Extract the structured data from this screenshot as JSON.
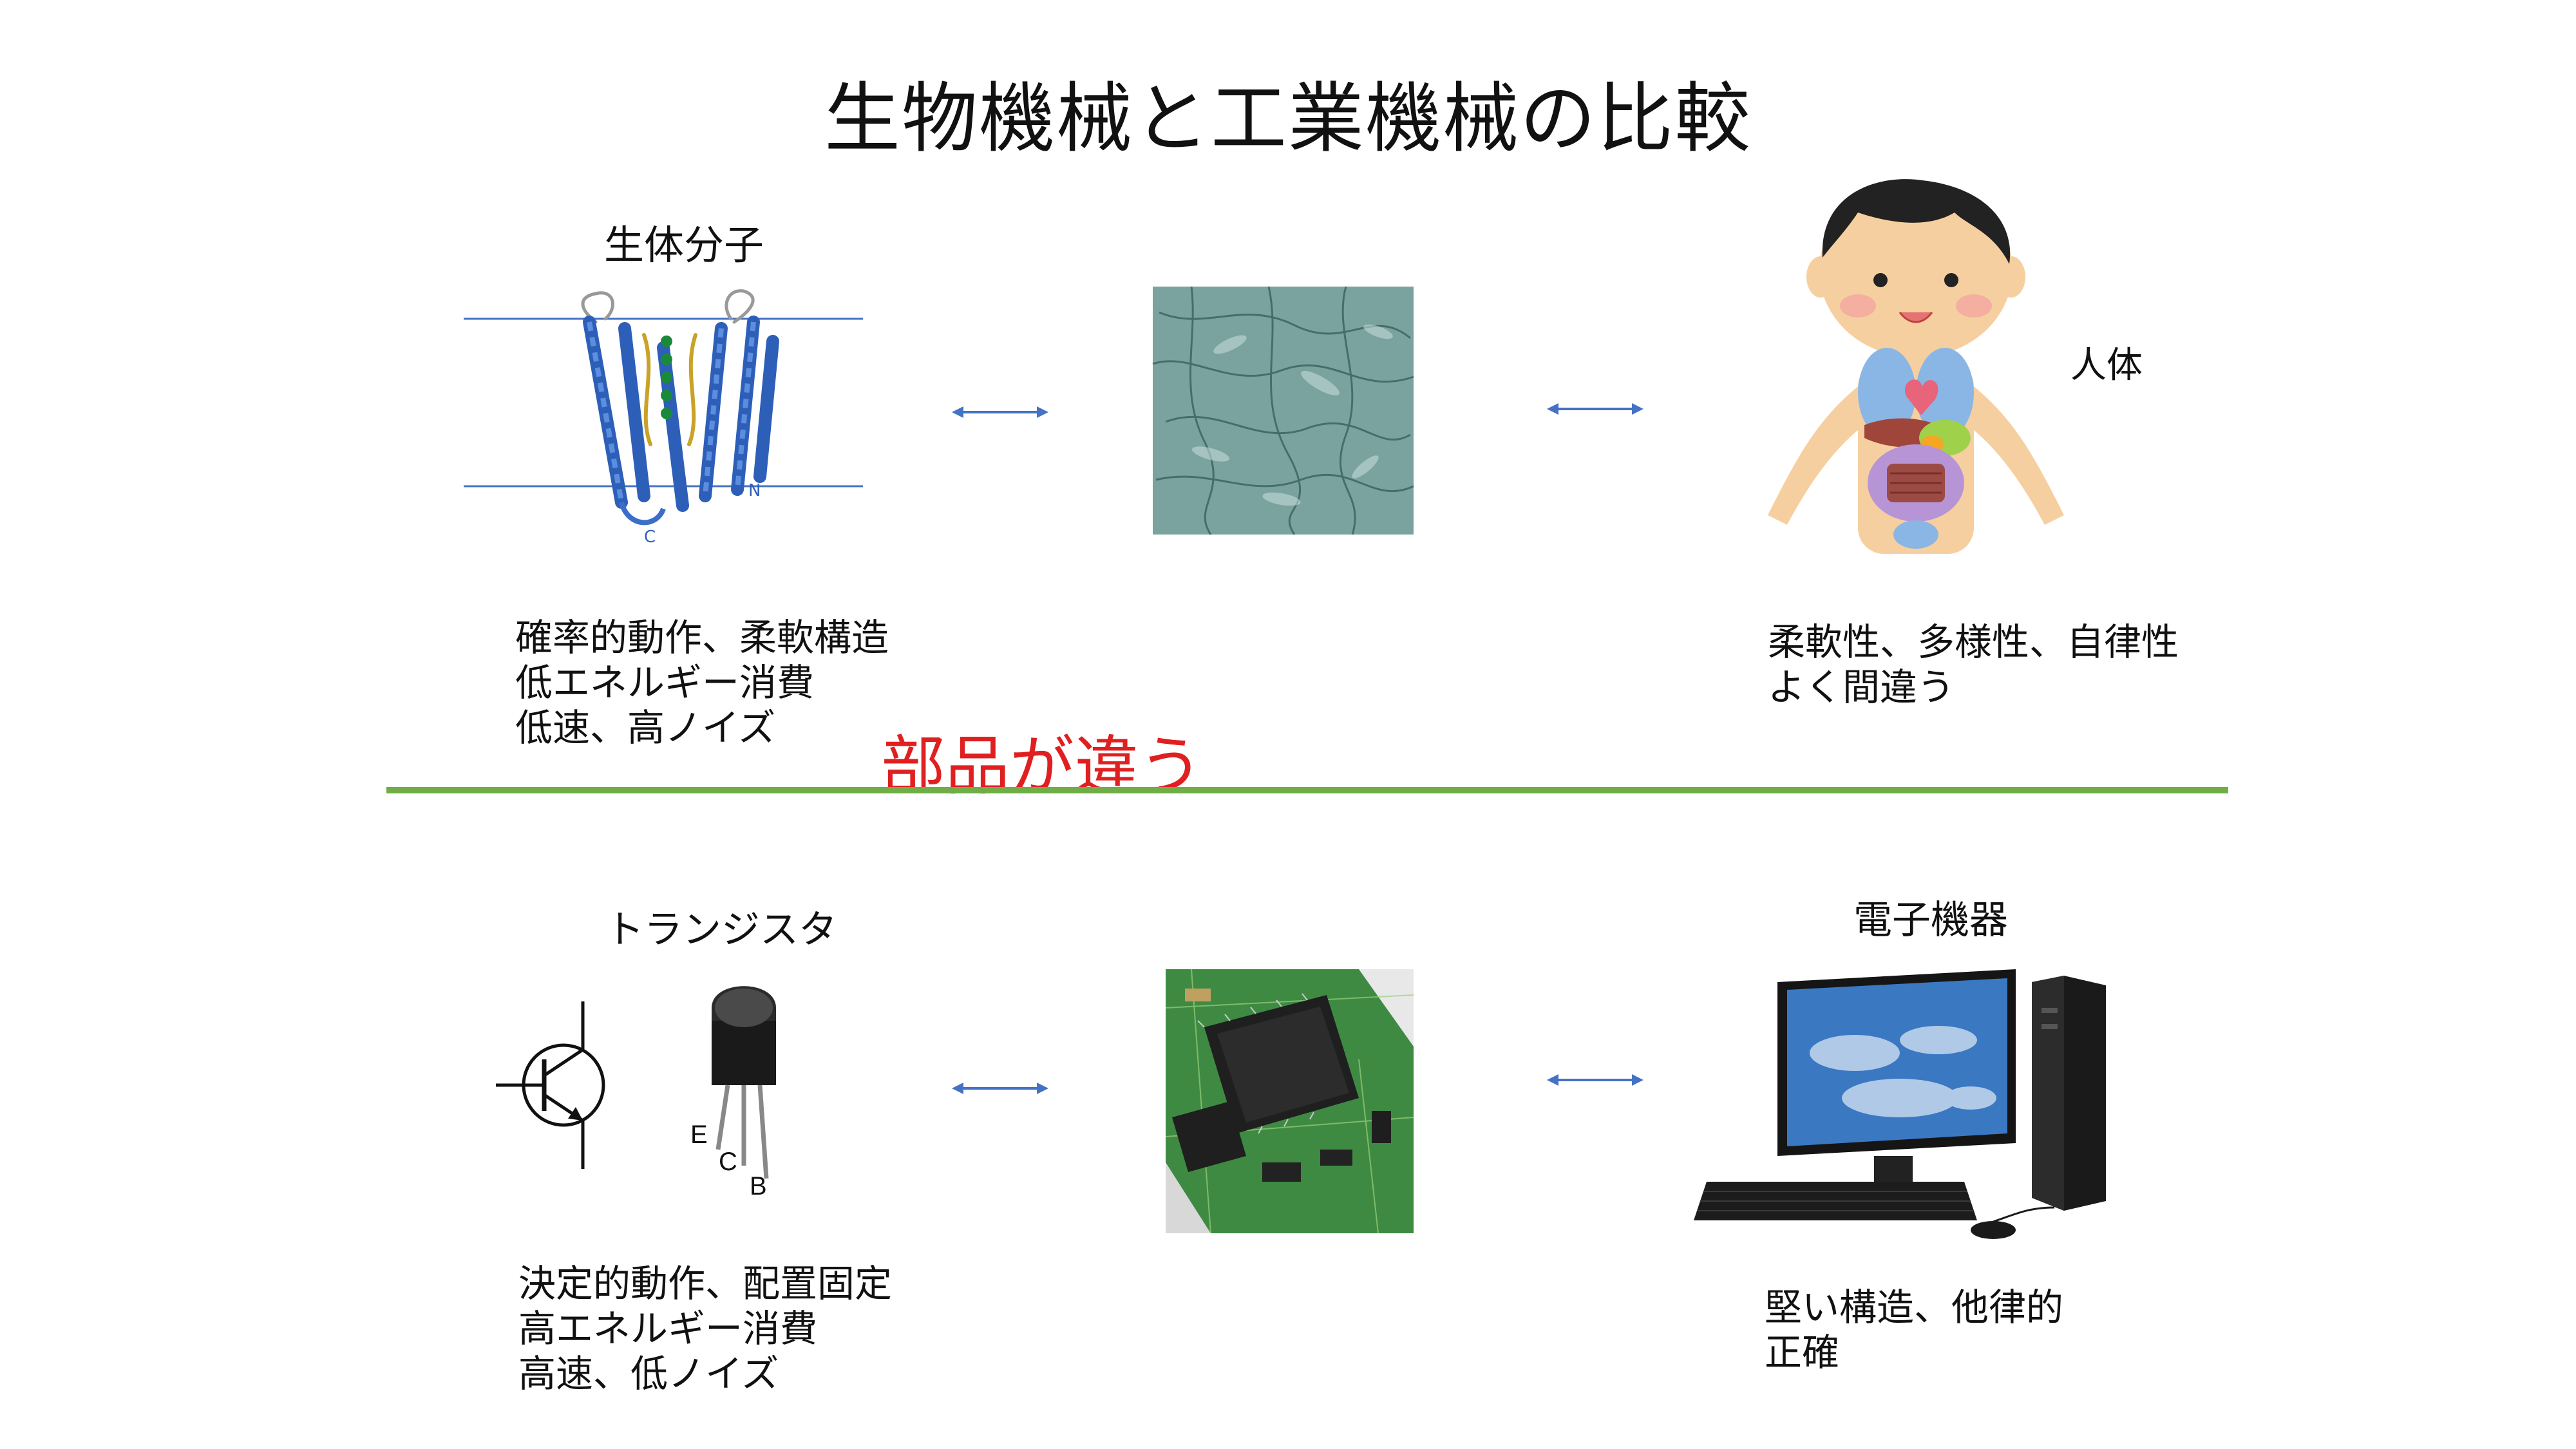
{
  "title": "生物機械と工業機械の比較",
  "bio": {
    "molecule_label": "生体分子",
    "protein_label_c": "C",
    "protein_label_n": "N",
    "human_label": "人体",
    "desc_left": [
      "確率的動作、柔軟構造",
      "低エネルギー消費",
      "低速、高ノイズ"
    ],
    "desc_right": [
      "柔軟性、多様性、自律性",
      "よく間違う"
    ]
  },
  "divider_text": "部品が違う",
  "tech": {
    "transistor_label": "トランジスタ",
    "pin_e": "E",
    "pin_c": "C",
    "pin_b": "B",
    "device_label": "電子機器",
    "desc_left": [
      "決定的動作、配置固定",
      "高エネルギー消費",
      "高速、低ノイズ"
    ],
    "desc_right": [
      "堅い構造、他律的",
      "正確"
    ]
  },
  "colors": {
    "divider": "#70ad47",
    "emphasis": "#e02020",
    "arrow": "#4472c4",
    "membrane": "#4472c4"
  }
}
